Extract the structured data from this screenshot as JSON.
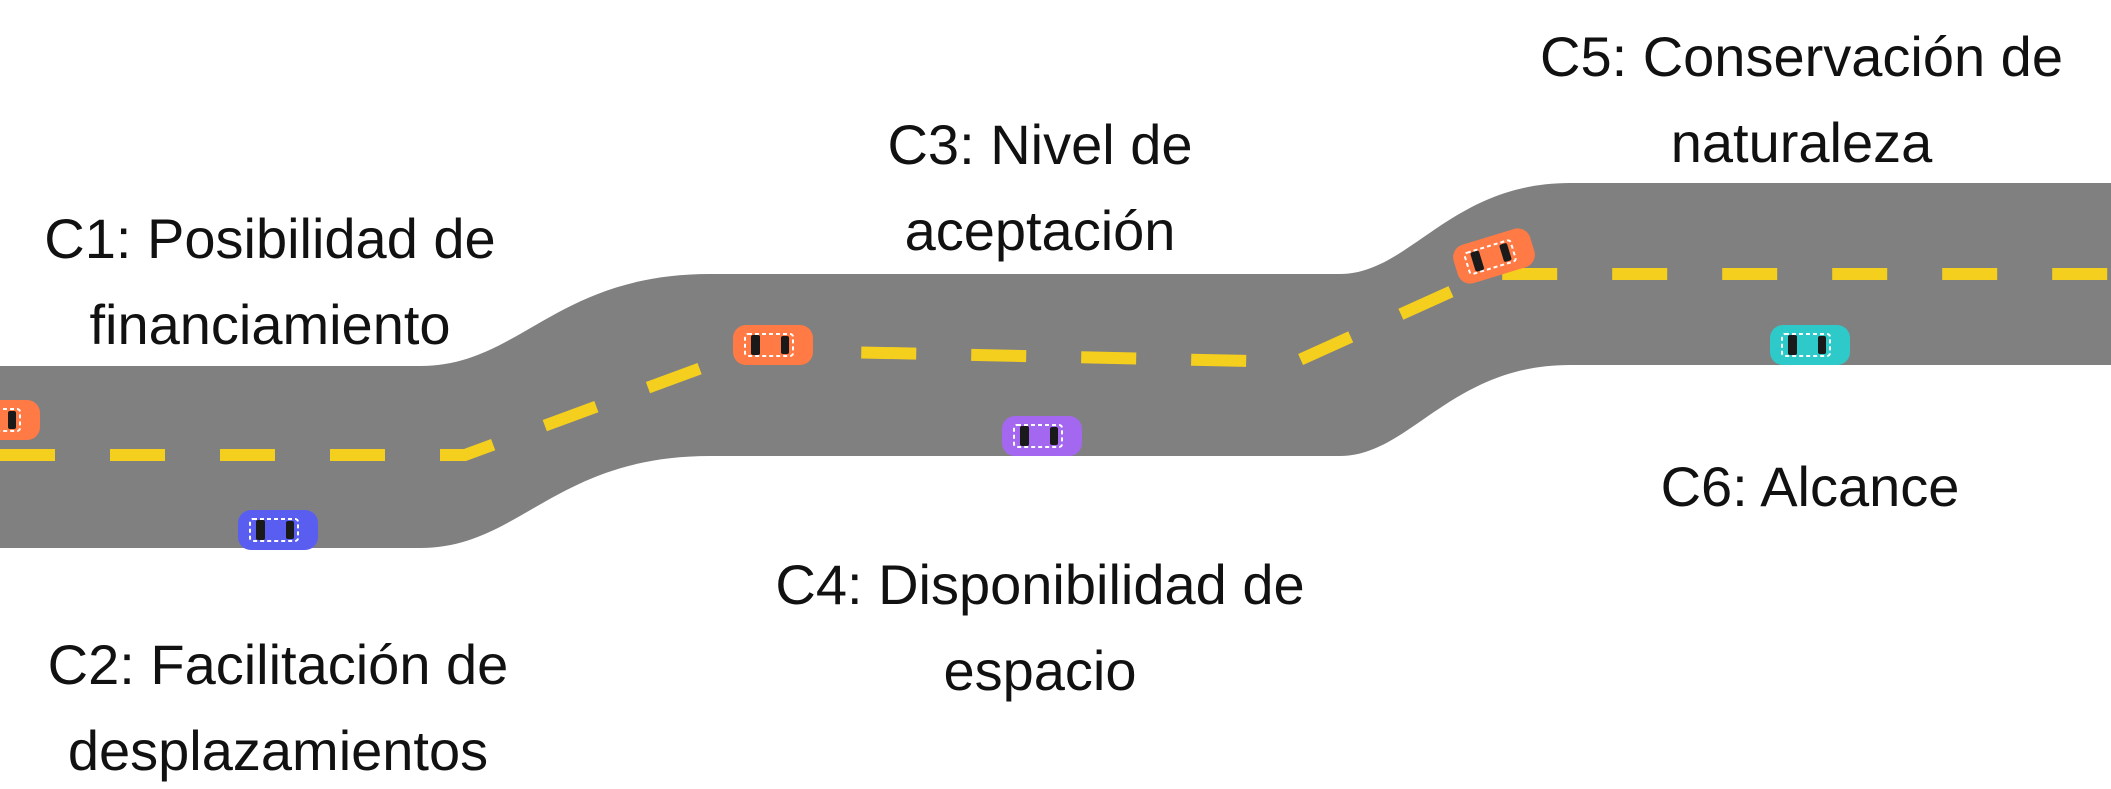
{
  "criteria": [
    {
      "code": "C1",
      "lines": [
        "C1: Posibilidad de",
        "financiamiento"
      ]
    },
    {
      "code": "C2",
      "lines": [
        "C2: Facilitación de",
        "desplazamientos"
      ]
    },
    {
      "code": "C3",
      "lines": [
        "C3: Nivel de",
        "aceptación"
      ]
    },
    {
      "code": "C4",
      "lines": [
        "C4: Disponibilidad de",
        "espacio"
      ]
    },
    {
      "code": "C5",
      "lines": [
        "C5: Conservación de",
        "naturaleza"
      ]
    },
    {
      "code": "C6",
      "lines": [
        "C6: Alcance"
      ]
    }
  ],
  "colors": {
    "road": "#808080",
    "lane_marking": "#f5cf1d",
    "car_orange": "#ff7a45",
    "car_blue": "#5a5ef0",
    "car_purple": "#a467f0",
    "car_teal": "#2ec9c9"
  },
  "icons": [
    "road",
    "lane-marking",
    "car-icon"
  ]
}
